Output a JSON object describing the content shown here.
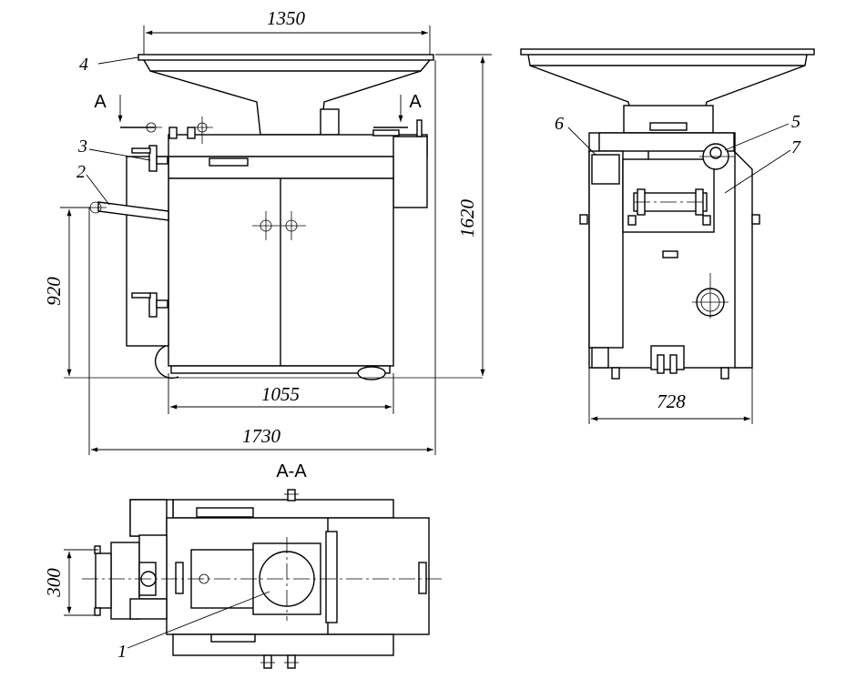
{
  "dimensions": {
    "top_width": "1350",
    "height_total": "1620",
    "height_lower": "920",
    "base_width": "1055",
    "overall_length": "1730",
    "side_width": "728",
    "plan_width": "300"
  },
  "section": {
    "marker_left": "A",
    "marker_right": "A",
    "title": "A-A"
  },
  "callouts": {
    "c1": "1",
    "c2": "2",
    "c3": "3",
    "c4": "4",
    "c5": "5",
    "c6": "6",
    "c7": "7"
  }
}
